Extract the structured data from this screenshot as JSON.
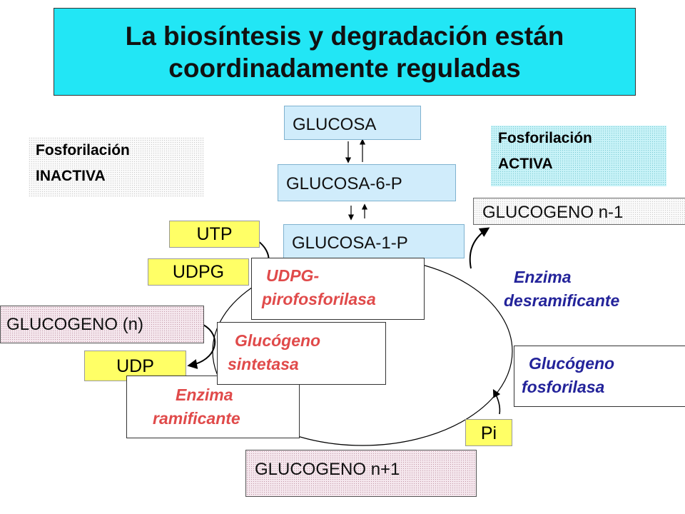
{
  "title": {
    "line1": "La biosíntesis y degradación están",
    "line2": "coordinadamente reguladas"
  },
  "phosphorylation": {
    "left_line1": "Fosforilación",
    "left_line2": "INACTIVA",
    "right_line1": "Fosforilación",
    "right_line2": "ACTIVA"
  },
  "metabolites": {
    "glucosa": "GLUCOSA",
    "glucosa6p": "GLUCOSA-6-P",
    "glucosa1p": "GLUCOSA-1-P",
    "glucogeno_n_minus_1": "GLUCOGENO n-1",
    "glucogeno_n": "GLUCOGENO (n)",
    "glucogeno_n_plus_1": "GLUCOGENO n+1",
    "utp": "UTP",
    "udpg": "UDPG",
    "udp": "UDP",
    "pi": "Pi"
  },
  "enzymes": {
    "udpg_pirofosforilasa_l1": "UDPG-",
    "udpg_pirofosforilasa_l2": "pirofosforilasa",
    "glucogeno_sintetasa_l1": "Glucógeno",
    "glucogeno_sintetasa_l2": "sintetasa",
    "enzima_ramificante_l1": "Enzima",
    "enzima_ramificante_l2": "ramificante",
    "enzima_desramificante_l1": "Enzima",
    "enzima_desramificante_l2": "desramificante",
    "glucogeno_fosforilasa_l1": "Glucógeno",
    "glucogeno_fosforilasa_l2": "fosforilasa"
  },
  "colors": {
    "title_bg": "#22e6f5",
    "metabolite_bg": "#d0ecfb",
    "nucleotide_bg": "#ffff66",
    "synthesis_enzyme_text": "#e04a4a",
    "degradation_enzyme_text": "#23239a"
  }
}
